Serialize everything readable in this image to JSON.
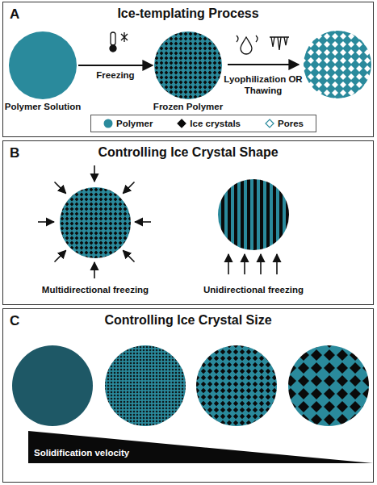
{
  "diagram": {
    "nodes": [
      {
        "text": [
          "A",
          "Ice-templating Process"
        ]
      },
      {
        "text": [
          "Polymer Solution"
        ],
        "in": 0
      },
      {
        "text": [
          "Frozen Polymer"
        ],
        "in": 0
      },
      {
        "text": [
          "B",
          "Controlling Ice Crystal Shape"
        ]
      },
      {
        "text": [
          "Multidirectional freezing"
        ],
        "in": 3
      },
      {
        "text": [
          "Unidirectional freezing"
        ],
        "in": 3
      },
      {
        "text": [
          "C",
          "Controlling Ice Crystal Size"
        ]
      }
    ],
    "edges": [
      {
        "from": 1,
        "to": 2,
        "arrow": "to",
        "label": "Freezing"
      }
    ],
    "labels": [
      "Lyophilization OR Thawing",
      "Solidification velocity"
    ],
    "legend": [
      {
        "text": "Polymer",
        "color": "#2a8a9c"
      },
      {
        "text": "Ice crystals"
      },
      {
        "text": "Pores"
      }
    ]
  }
}
